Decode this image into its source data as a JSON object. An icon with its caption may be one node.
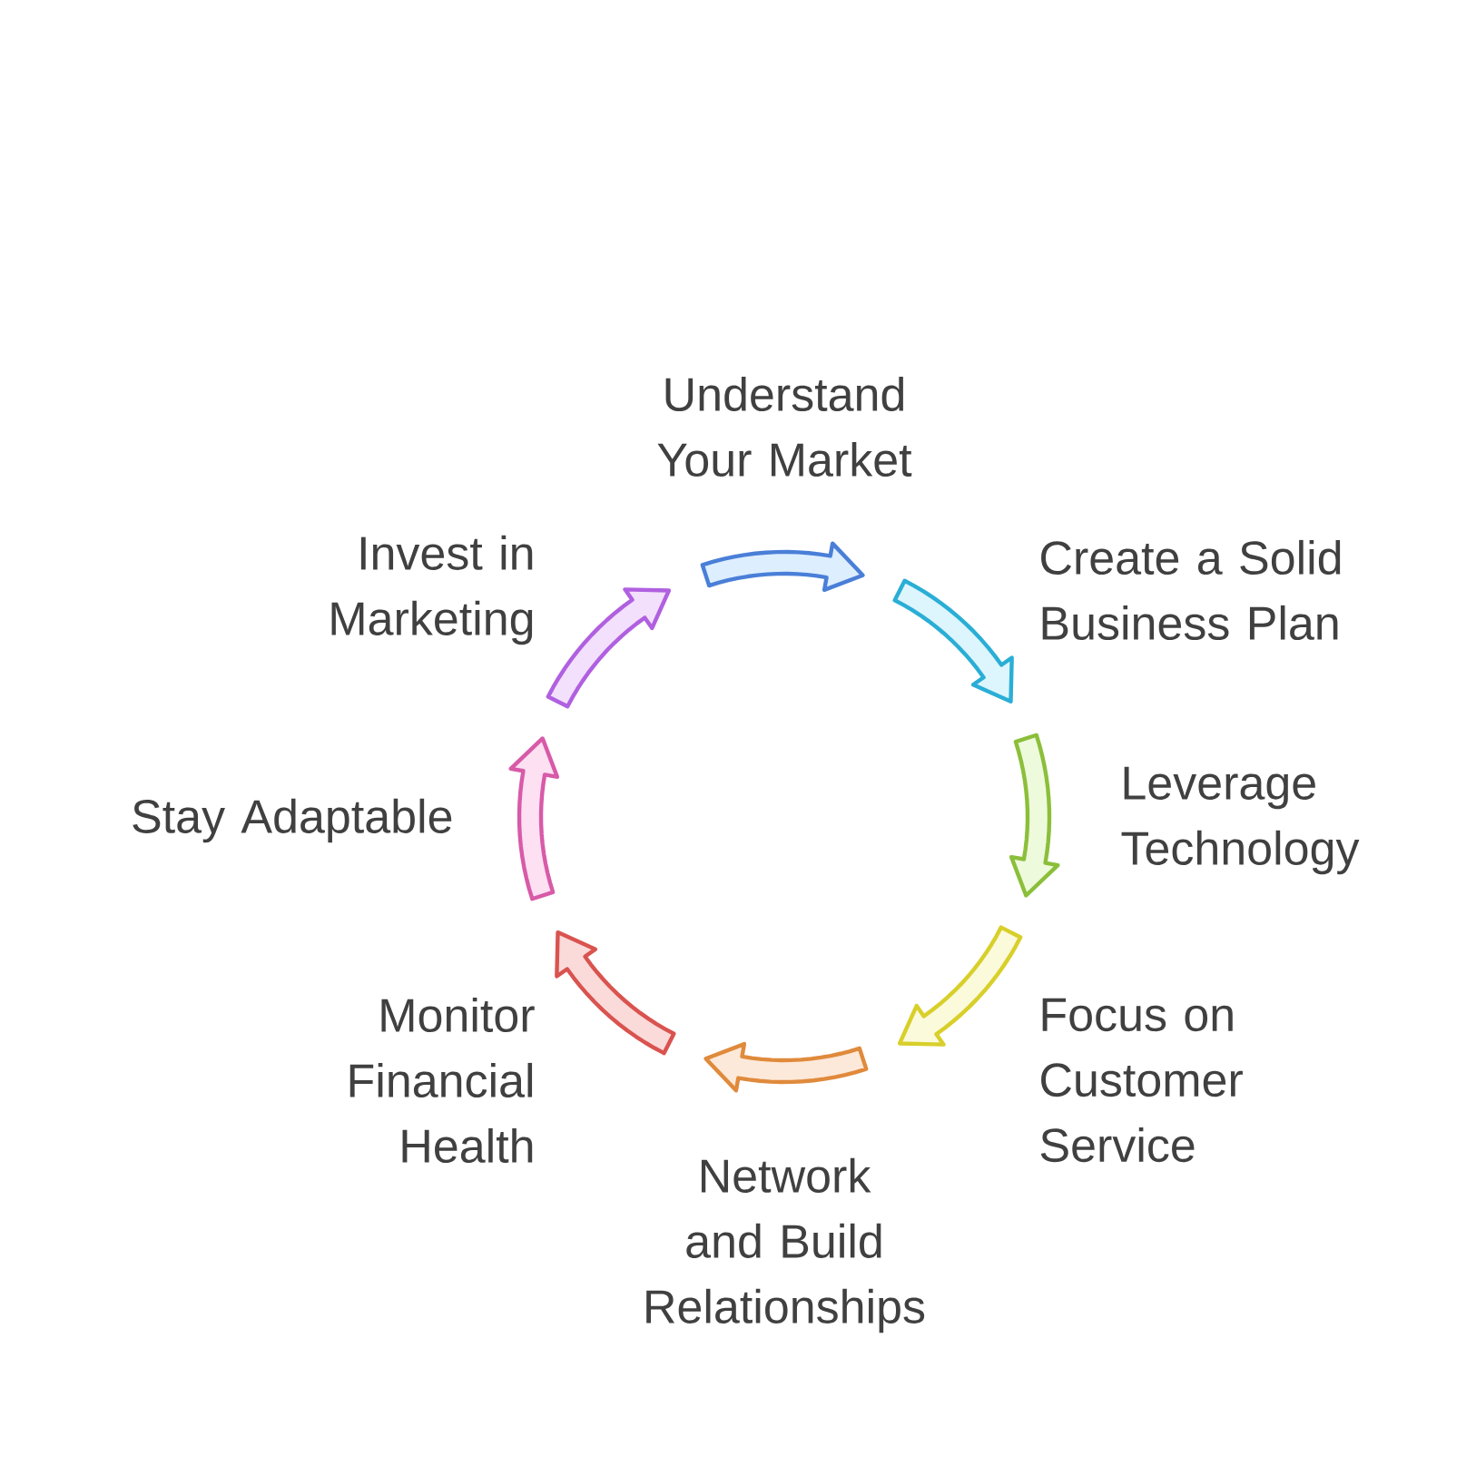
{
  "diagram": {
    "labels": [
      "Understand Your Market",
      "Create a Solid Business Plan",
      "Leverage Technology",
      "Focus on Customer Service",
      "Network and Build Relationships",
      "Monitor Financial Health",
      "Stay Adaptable",
      "Invest in Marketing"
    ]
  }
}
